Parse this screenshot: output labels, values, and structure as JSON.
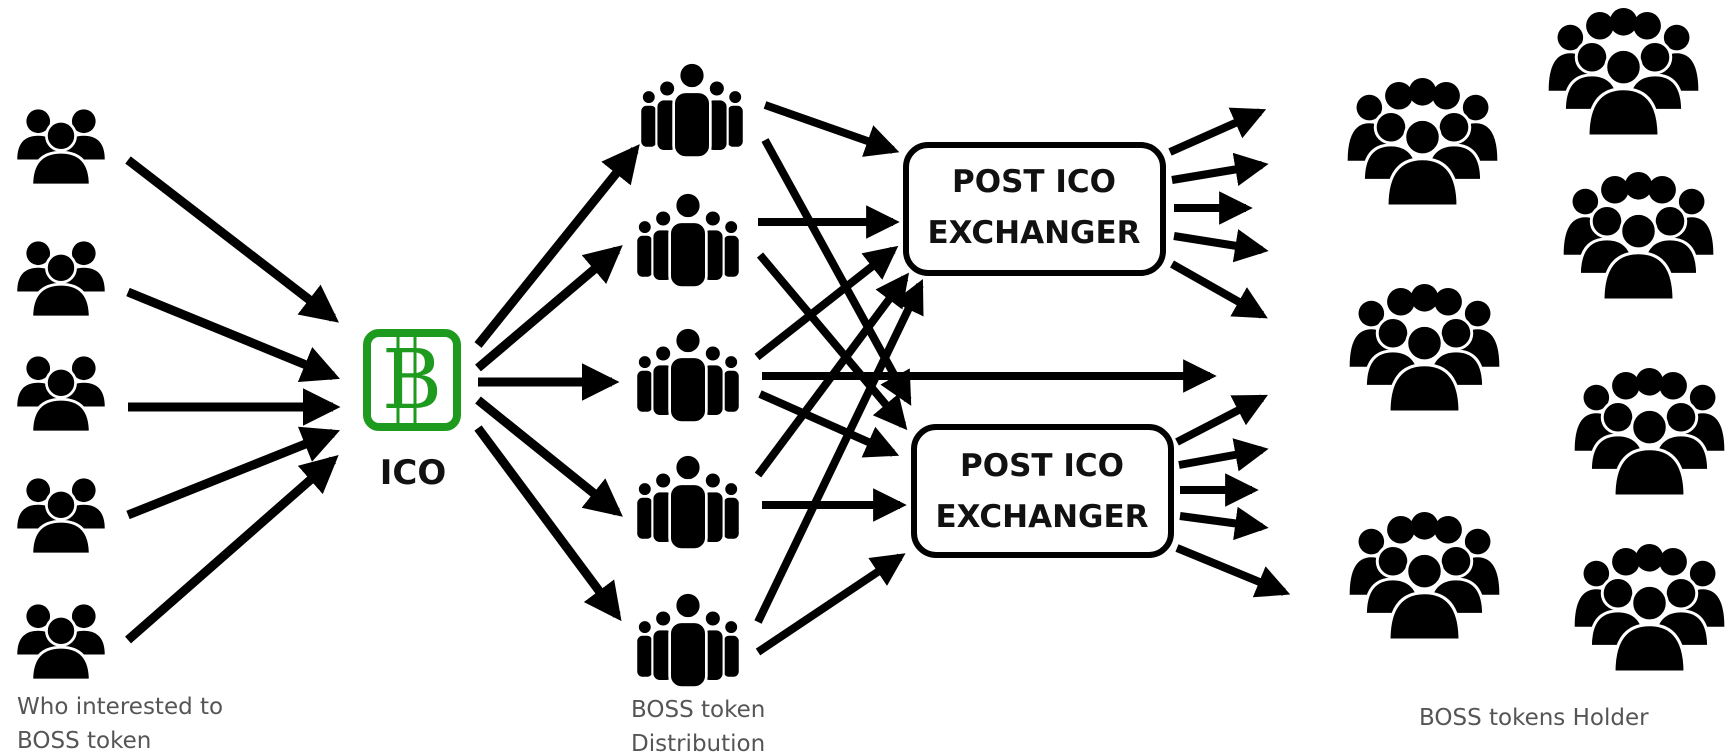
{
  "ico": {
    "label": "ICO",
    "logo_letter": "B",
    "logo_color": "#1e9a1e"
  },
  "exchangers": [
    {
      "line1": "POST ICO",
      "line2": "EXCHANGER"
    },
    {
      "line1": "POST ICO",
      "line2": "EXCHANGER"
    }
  ],
  "captions": {
    "interested": [
      "Who interested to",
      "BOSS token"
    ],
    "distribution": [
      "BOSS token",
      "Distribution"
    ],
    "holders": "BOSS tokens Holder"
  },
  "colors": {
    "ink": "#000000",
    "caption": "#555555"
  },
  "icons": {
    "small_group": "group-of-three-people-icon",
    "crowd": "group-of-five-people-icon",
    "large_crowd": "crowd-of-people-icon"
  }
}
